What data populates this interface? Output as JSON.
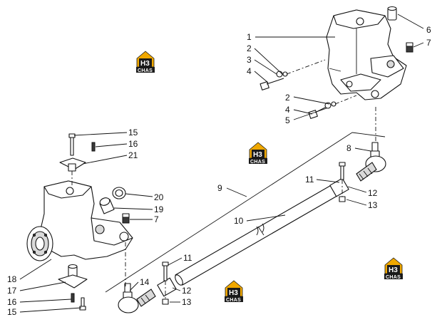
{
  "logo": {
    "top_text": "H3",
    "bottom_text": "CHAS",
    "accent": "#f0a800",
    "dark": "#1a1a1a"
  },
  "callouts": [
    {
      "id": "c1",
      "label": "1"
    },
    {
      "id": "c2a",
      "label": "2"
    },
    {
      "id": "c3",
      "label": "3"
    },
    {
      "id": "c4a",
      "label": "4"
    },
    {
      "id": "c2b",
      "label": "2"
    },
    {
      "id": "c4b",
      "label": "4"
    },
    {
      "id": "c5",
      "label": "5"
    },
    {
      "id": "c6",
      "label": "6"
    },
    {
      "id": "c7a",
      "label": "7"
    },
    {
      "id": "c8",
      "label": "8"
    },
    {
      "id": "c9",
      "label": "9"
    },
    {
      "id": "c10",
      "label": "10"
    },
    {
      "id": "c11a",
      "label": "11"
    },
    {
      "id": "c12a",
      "label": "12"
    },
    {
      "id": "c13a",
      "label": "13"
    },
    {
      "id": "c15a",
      "label": "15"
    },
    {
      "id": "c16a",
      "label": "16"
    },
    {
      "id": "c21",
      "label": "21"
    },
    {
      "id": "c20",
      "label": "20"
    },
    {
      "id": "c19",
      "label": "19"
    },
    {
      "id": "c7b",
      "label": "7"
    },
    {
      "id": "c18",
      "label": "18"
    },
    {
      "id": "c17",
      "label": "17"
    },
    {
      "id": "c16b",
      "label": "16"
    },
    {
      "id": "c15b",
      "label": "15"
    },
    {
      "id": "c14",
      "label": "14"
    },
    {
      "id": "c11b",
      "label": "11"
    },
    {
      "id": "c12b",
      "label": "12"
    },
    {
      "id": "c13b",
      "label": "13"
    }
  ]
}
